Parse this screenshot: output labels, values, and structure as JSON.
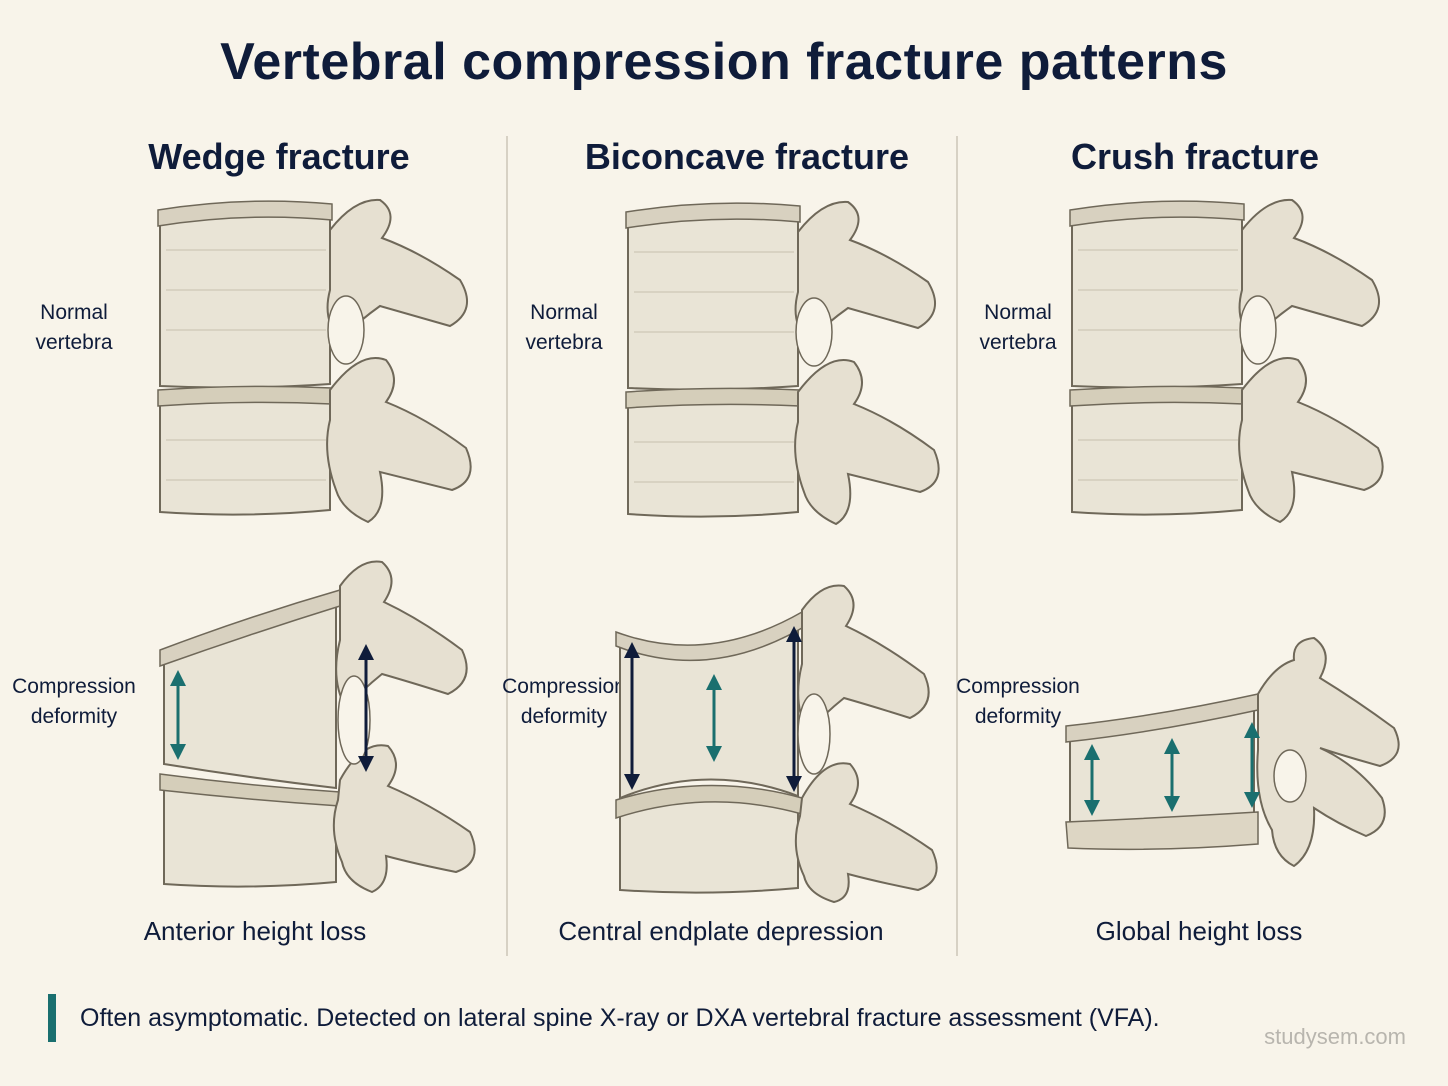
{
  "title": "Vertebral compression fracture patterns",
  "panels": [
    {
      "heading": "Wedge fracture",
      "normal_label": "Normal\nvertebra",
      "deformity_label": "Compression\ndeformity",
      "caption": "Anterior height loss"
    },
    {
      "heading": "Biconcave fracture",
      "normal_label": "Normal\nvertebra",
      "deformity_label": "Compression\ndeformity",
      "caption": "Central endplate depression"
    },
    {
      "heading": "Crush fracture",
      "normal_label": "Normal\nvertebra",
      "deformity_label": "Compression\ndeformity",
      "caption": "Global height loss"
    }
  ],
  "footer": {
    "note": "Often asymptomatic. Detected on lateral spine X-ray or DXA vertebral fracture assessment (VFA).",
    "watermark": "studysem.com"
  },
  "colors": {
    "background": "#f8f4ea",
    "navy": "#0f1c3a",
    "teal": "#1a6f6f",
    "bone": "#e9e4d6",
    "bone_shadow": "#b9b2a2"
  }
}
